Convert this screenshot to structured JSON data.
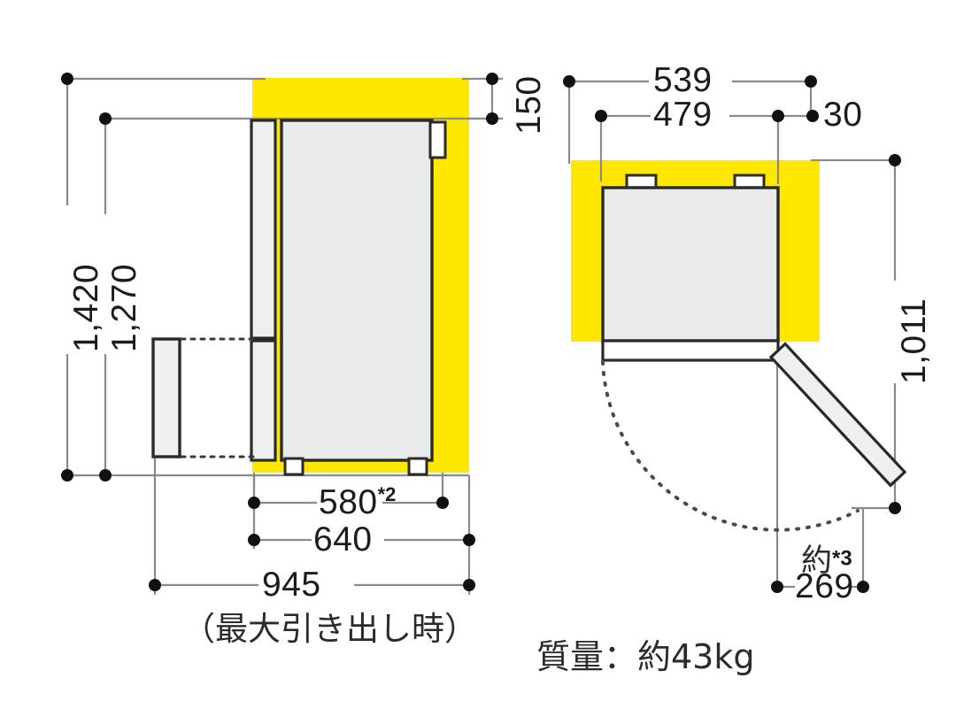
{
  "drawing": {
    "title_hidden": "",
    "colors": {
      "highlight": "#ffe800",
      "body_fill": "#e9eaea",
      "panel_fill": "#efefef",
      "outline": "#2a2a2a",
      "dimension_line": "#7a7a7a",
      "dimension_dot": "#111111",
      "text": "#1c1c1c",
      "background": "#ffffff"
    },
    "views": [
      {
        "name": "side-elevation-view",
        "description": "side elevation of refrigerator with drawer pulled out"
      },
      {
        "name": "plan-view",
        "description": "top plan view of refrigerator with door swing arc"
      }
    ]
  },
  "dimensions": {
    "overall_height": "1,420",
    "body_height": "1,270",
    "top_clearance": "150",
    "door_width_marked": "580",
    "door_width_note": "*2",
    "body_depth": "640",
    "max_pullout": "945",
    "max_pullout_note": "（最大引き出し時）",
    "plan_outer_width": "539",
    "plan_inner_width": "479",
    "plan_side_clearance": "30",
    "plan_depth_total": "1,011",
    "door_projection_approx": "約",
    "door_projection_note": "*3",
    "door_projection": "269"
  },
  "labels": {
    "mass": "質量：約43kg"
  }
}
